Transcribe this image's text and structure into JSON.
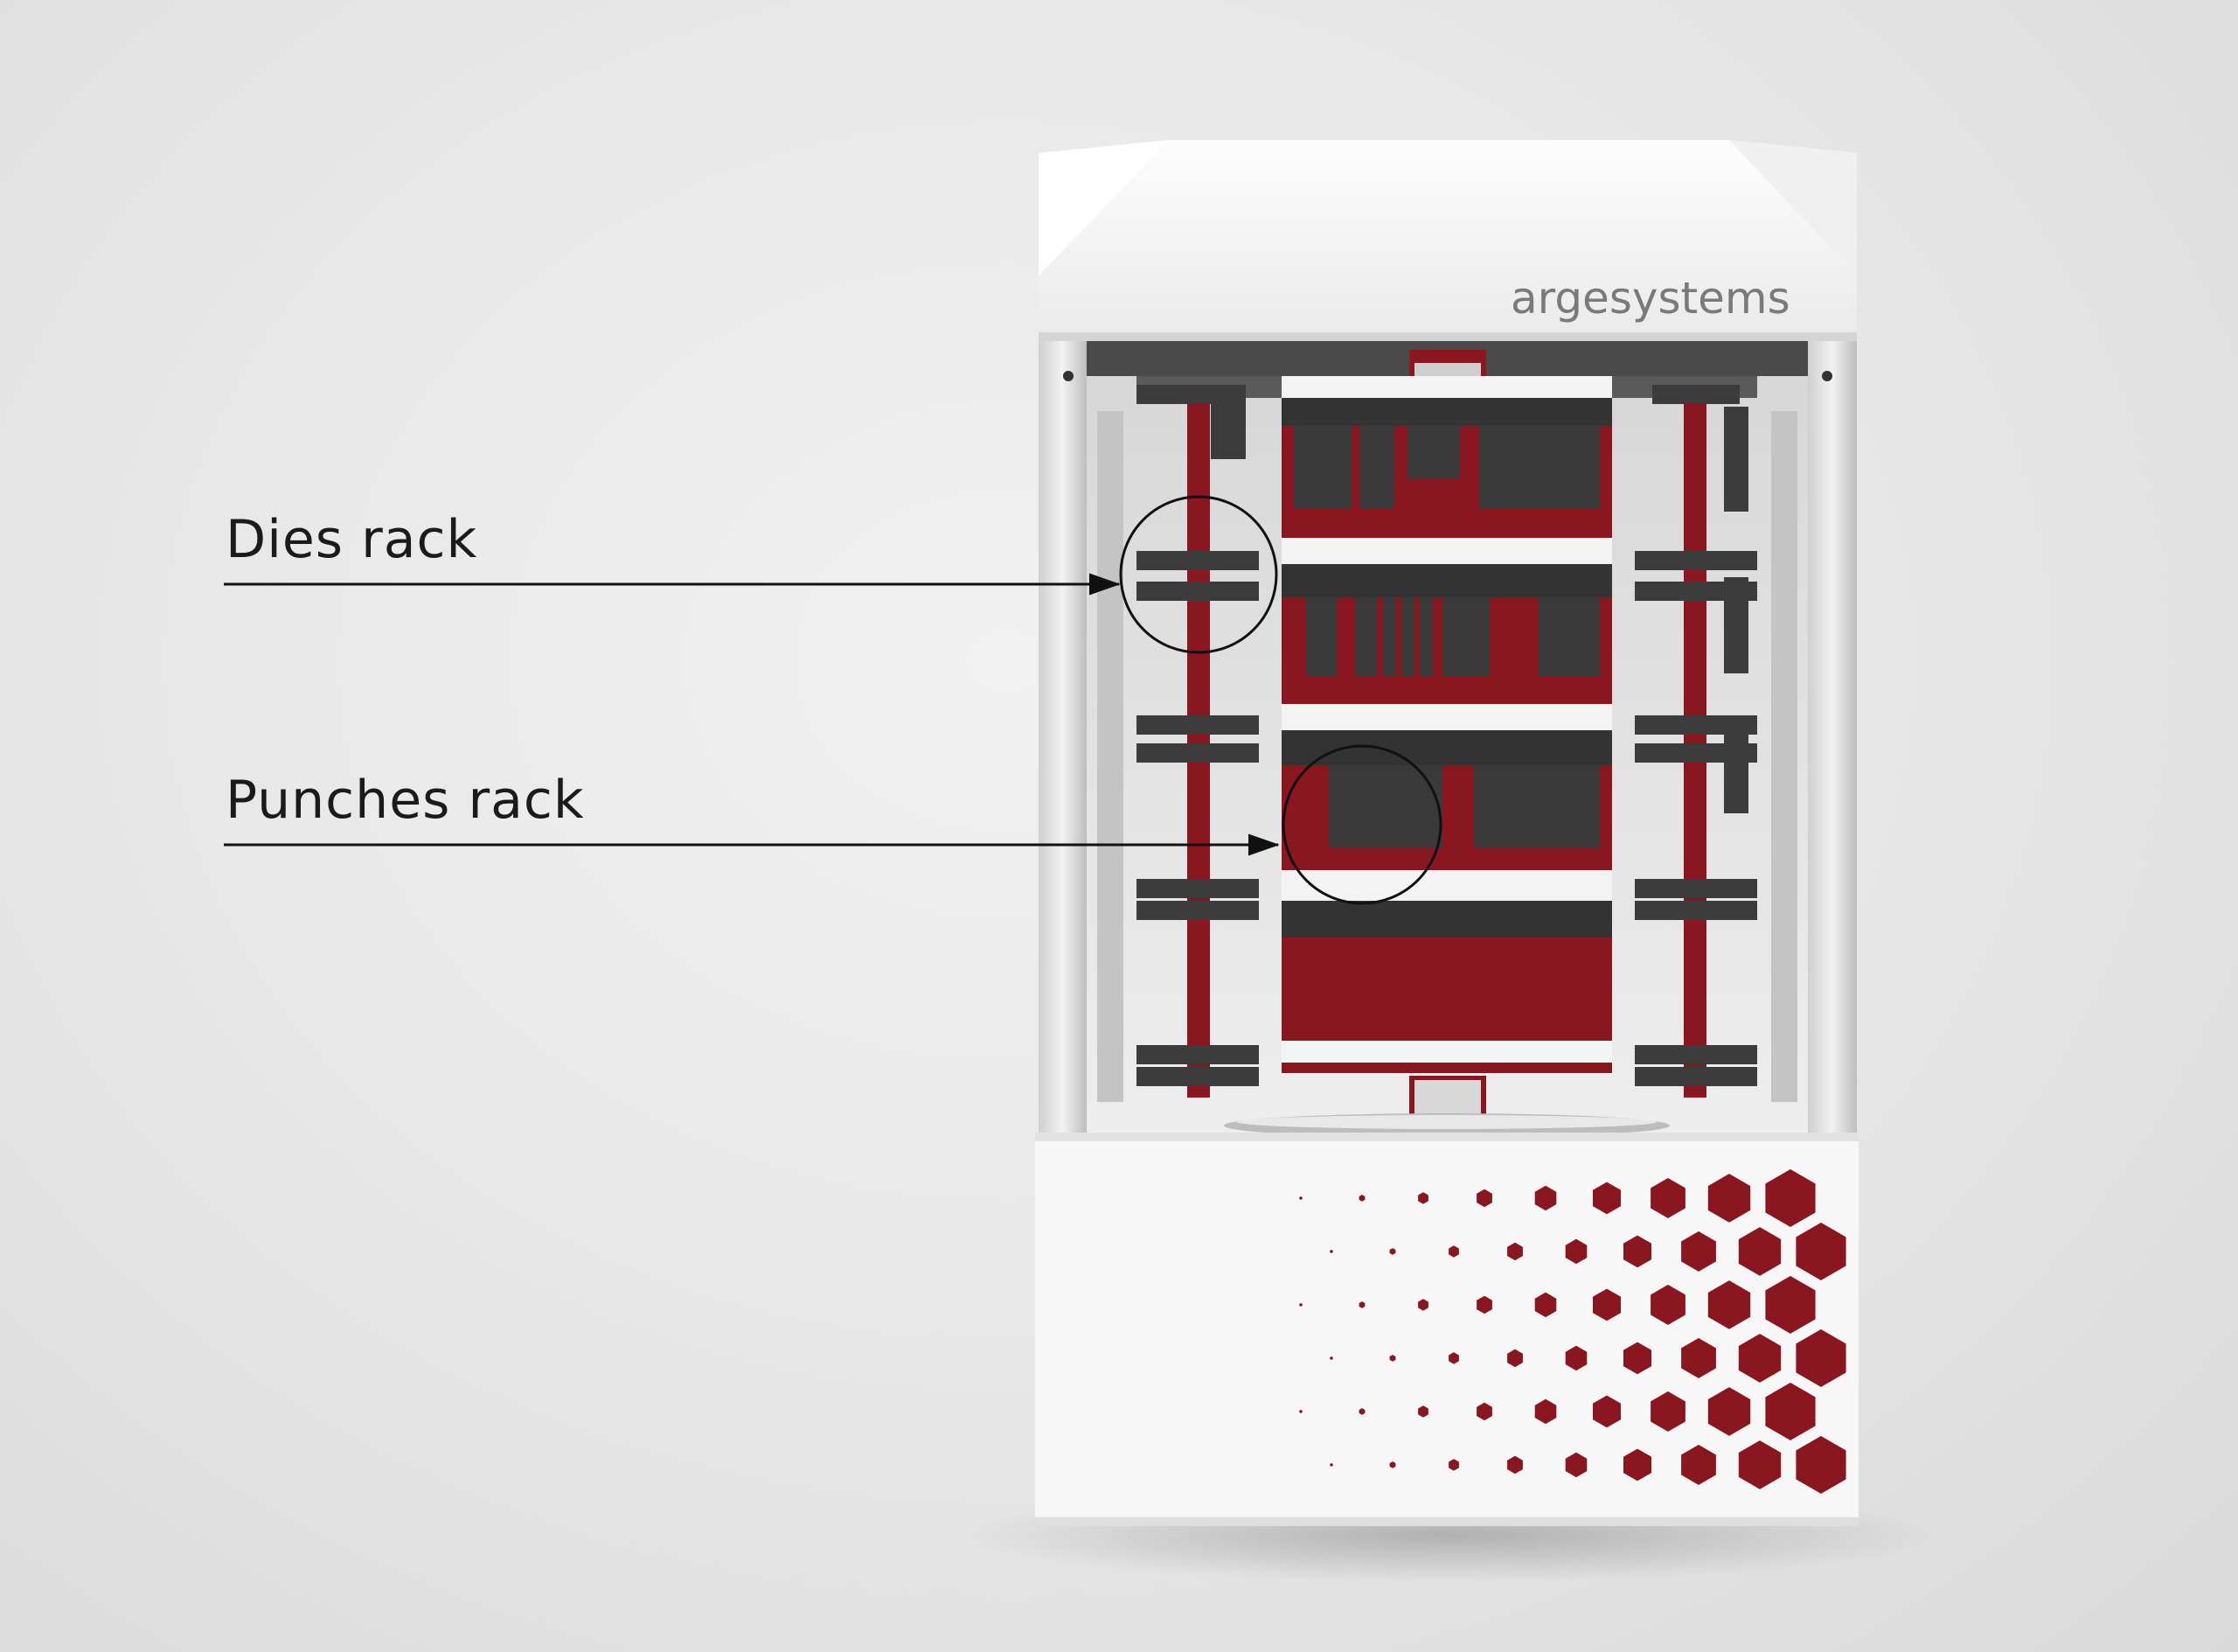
{
  "callouts": {
    "dies": {
      "label": "Dies rack"
    },
    "punches": {
      "label": "Punches rack"
    }
  },
  "brand": {
    "name": "argesystems"
  },
  "colors": {
    "accent_red": "#8a1620",
    "cabinet_white": "#f7f7f7",
    "tool_dark": "#3a3a3a",
    "frame_grey": "#bdbdbd",
    "line_black": "#111111"
  },
  "icons": {
    "pattern": "hexagon-pattern-icon",
    "arrow": "arrowhead-icon",
    "highlight": "circle-highlight-icon"
  }
}
